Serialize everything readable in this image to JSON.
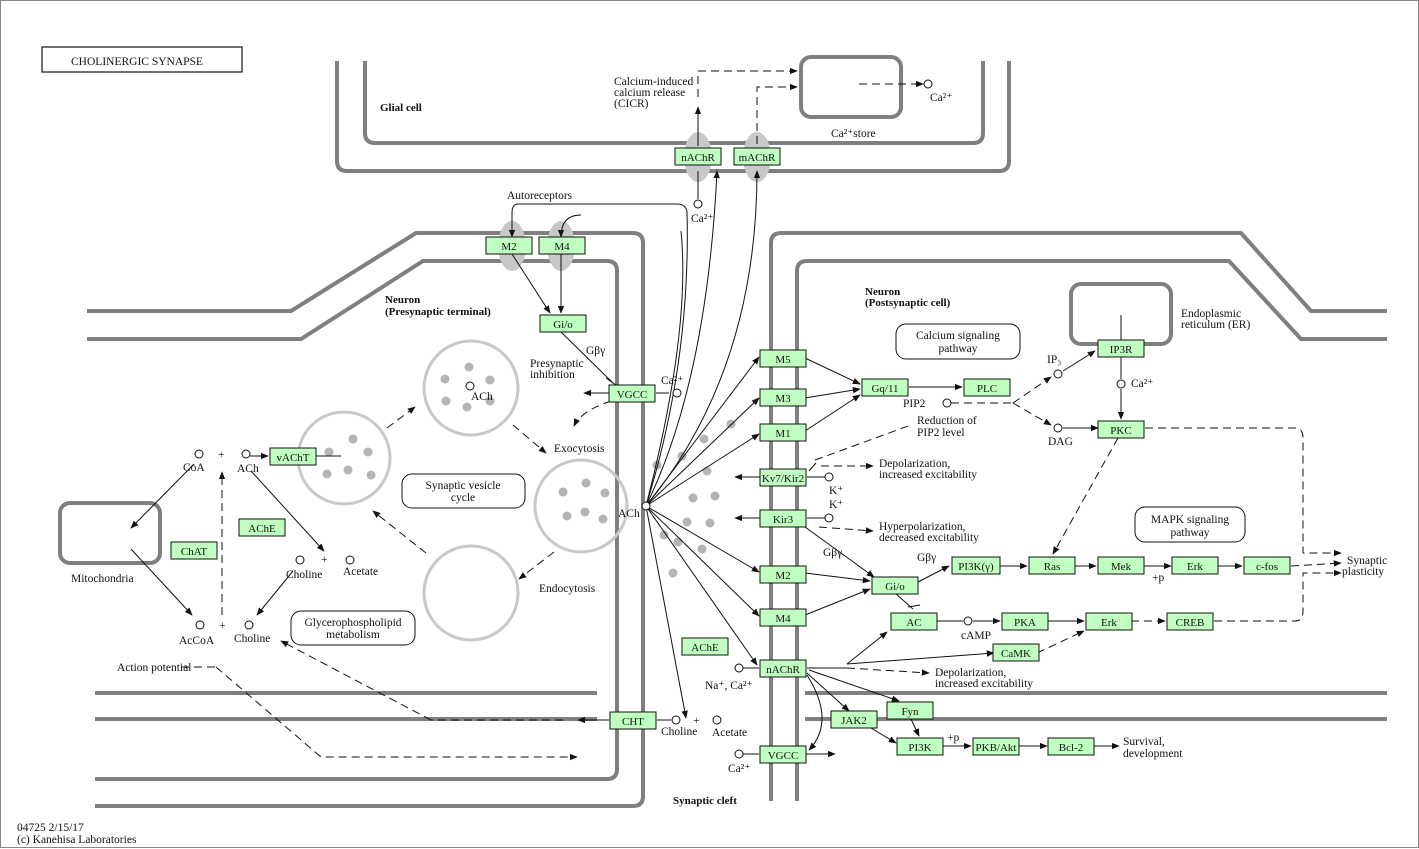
{
  "title": "CHOLINERGIC SYNAPSE",
  "footer": {
    "id": "04725 2/15/17",
    "copyright": "(c) Kanehisa Laboratories"
  },
  "regions": {
    "glial": "Glial cell",
    "pre_line1": "Neuron",
    "pre_line2": "(Presynaptic terminal)",
    "post_line1": "Neuron",
    "post_line2": "(Postsynaptic cell)",
    "cleft": "Synaptic cleft",
    "mito": "Mitochondria",
    "er_line1": "Endoplasmic",
    "er_line2": "reticulum (ER)",
    "ca_store": "Ca²⁺store"
  },
  "genes": {
    "nachr_glia": "nAChR",
    "machr_glia": "mAChR",
    "m2_pre": "M2",
    "m4_pre": "M4",
    "gio_pre": "Gi/o",
    "vgcc_pre": "VGCC",
    "vacht": "vAChT",
    "ache_pre": "AChE",
    "chat": "ChAT",
    "ache_cleft": "AChE",
    "cht": "CHT",
    "m5": "M5",
    "m3": "M3",
    "m1": "M1",
    "kv7": "Kv7/Kir2",
    "kir3": "Kir3",
    "m2_post": "M2",
    "m4_post": "M4",
    "nachr_post": "nAChR",
    "vgcc_post": "VGCC",
    "gq11": "Gq/11",
    "plc": "PLC",
    "ip3r": "IP3R",
    "pkc": "PKC",
    "gio_post": "Gi/o",
    "pi3kg": "PI3K(γ)",
    "ras": "Ras",
    "mek": "Mek",
    "erk1": "Erk",
    "cfos": "c-fos",
    "ac": "AC",
    "pka": "PKA",
    "erk2": "Erk",
    "creb": "CREB",
    "camk": "CaMK",
    "jak2": "JAK2",
    "fyn": "Fyn",
    "pi3k": "PI3K",
    "pkbakt": "PKB/Akt",
    "bcl2": "Bcl-2"
  },
  "maps": {
    "calcium": [
      "Calcium signaling",
      "pathway"
    ],
    "vesicle": [
      "Synaptic vesicle",
      "cycle"
    ],
    "glycero": [
      "Glycerophospholipid",
      "metabolism"
    ],
    "mapk": [
      "MAPK signaling",
      "pathway"
    ]
  },
  "labels": {
    "cicr1": "Calcium-induced",
    "cicr2": "calcium release",
    "cicr3": "(CICR)",
    "ca2": "Ca²⁺",
    "autoreceptors": "Autoreceptors",
    "gby": "Gβγ",
    "presyn1": "Presynaptic",
    "presyn2": "inhibition",
    "exocytosis": "Exocytosis",
    "endocytosis": "Endocytosis",
    "ach": "ACh",
    "coa": "CoA",
    "acoa": "AcCoA",
    "choline": "Choline",
    "acetate": "Acetate",
    "plus": "+",
    "action_potential": "Action potential",
    "na_ca": "Na⁺, Ca²⁺",
    "kplus": "K⁺",
    "pip2": "PIP2",
    "ip3": "IP₃",
    "dag": "DAG",
    "camp": "cAMP",
    "red1": "Reduction of",
    "red2": "PIP2 level",
    "dep1": "Depolarization,",
    "dep2": "increased excitability",
    "hyp1": "Hyperpolarization,",
    "hyp2": "decreased excitability",
    "plusp": "+p",
    "syn1": "Synaptic",
    "syn2": "plasticity",
    "surv1": "Survival,",
    "surv2": "development"
  }
}
